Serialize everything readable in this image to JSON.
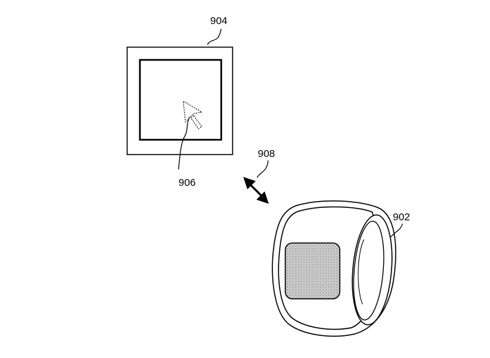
{
  "labels": {
    "display_device": "904",
    "cursor": "906",
    "wireless_link": "908",
    "ring_device": "902"
  },
  "colors": {
    "line": "#000000",
    "background": "#ffffff",
    "touch_pad_fill": "#c4c4c4"
  },
  "icons": {
    "cursor": "arrow-cursor-icon",
    "link": "double-headed-arrow-icon"
  }
}
